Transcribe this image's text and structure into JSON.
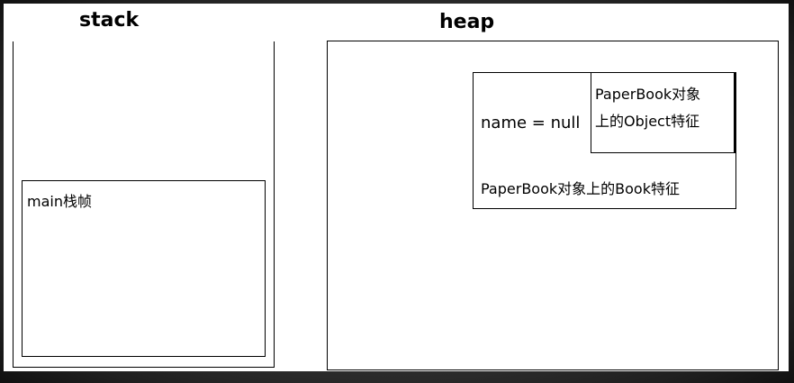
{
  "stack": {
    "title": "stack",
    "frame_label": "main栈帧"
  },
  "heap": {
    "title": "heap",
    "object": {
      "field": "name = null",
      "object_part_line1": "PaperBook对象",
      "object_part_line2": "上的Object特征",
      "book_part": "PaperBook对象上的Book特征"
    }
  },
  "colors": {
    "border": "#000000",
    "background": "#ffffff",
    "frame": "#1f1f1f"
  }
}
